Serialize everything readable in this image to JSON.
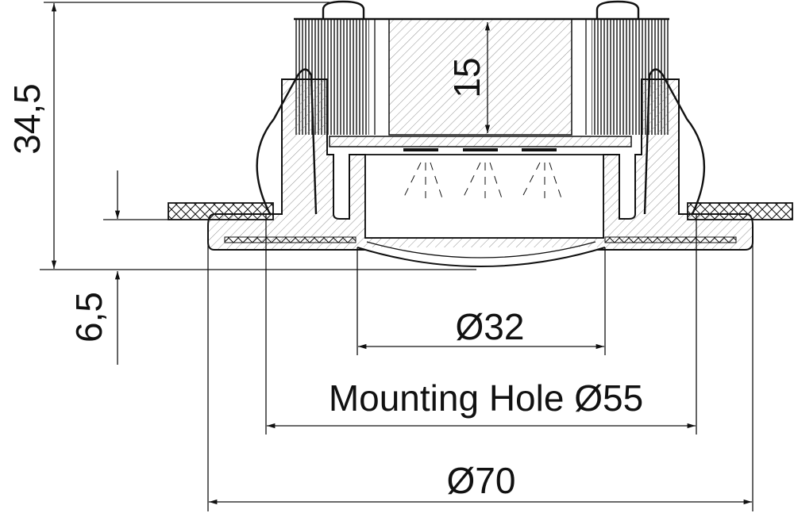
{
  "drawing": {
    "dimensions": {
      "total_height": "34,5",
      "protrusion": "6,5",
      "module_height": "15",
      "lens_diameter": "Ø32",
      "mounting_hole": "Mounting Hole Ø55",
      "outer_diameter": "Ø70"
    },
    "colors": {
      "line": "#111111",
      "background": "#ffffff"
    }
  }
}
